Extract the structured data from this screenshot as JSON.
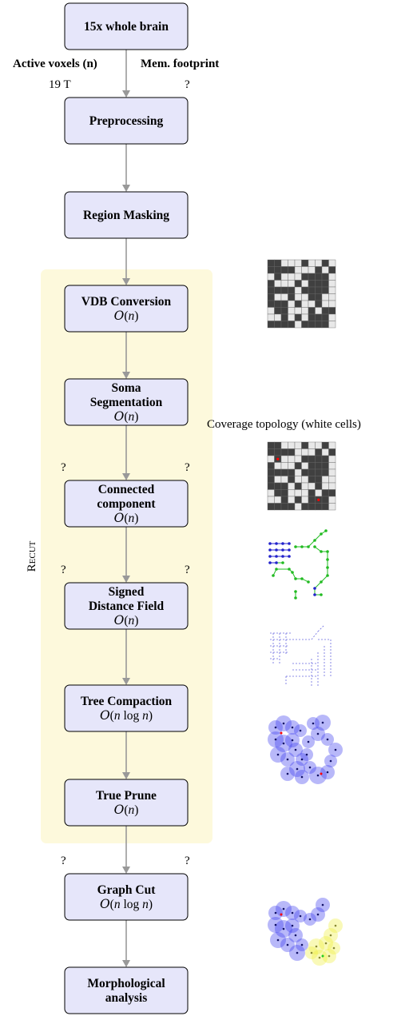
{
  "pipeline": {
    "group_label": "RECUT",
    "nodes": [
      {
        "id": "whole-brain",
        "lines": [
          "15x whole brain"
        ],
        "complexity": ""
      },
      {
        "id": "preprocessing",
        "lines": [
          "Preprocessing"
        ],
        "complexity": ""
      },
      {
        "id": "region-masking",
        "lines": [
          "Region Masking"
        ],
        "complexity": ""
      },
      {
        "id": "vdb-conversion",
        "lines": [
          "VDB Conversion"
        ],
        "complexity": "O(n)"
      },
      {
        "id": "soma-segmentation",
        "lines": [
          "Soma",
          "Segmentation"
        ],
        "complexity": "O(n)"
      },
      {
        "id": "connected-component",
        "lines": [
          "Connected",
          "component"
        ],
        "complexity": "O(n)"
      },
      {
        "id": "signed-distance-field",
        "lines": [
          "Signed",
          "Distance Field"
        ],
        "complexity": "O(n)"
      },
      {
        "id": "tree-compaction",
        "lines": [
          "Tree Compaction"
        ],
        "complexity": "O(n log n)"
      },
      {
        "id": "true-prune",
        "lines": [
          "True Prune"
        ],
        "complexity": "O(n)"
      },
      {
        "id": "graph-cut",
        "lines": [
          "Graph Cut"
        ],
        "complexity": "O(n log n)"
      },
      {
        "id": "morphological-analysis",
        "lines": [
          "Morphological",
          "analysis"
        ],
        "complexity": ""
      }
    ],
    "edge_labels": [
      {
        "after": "whole-brain",
        "left": "19 T",
        "right": "?"
      },
      {
        "after": "soma-segmentation",
        "left": "?",
        "right": "?"
      },
      {
        "after": "connected-component",
        "left": "?",
        "right": "?"
      },
      {
        "after": "true-prune",
        "left": "?",
        "right": "?"
      }
    ],
    "header_left": "Active voxels (n)",
    "header_right": "Mem. footprint",
    "coverage_caption": "Coverage topology (white cells)"
  },
  "thumbnails": [
    {
      "id": "grid-vdb",
      "kind": "grid"
    },
    {
      "id": "grid-soma",
      "kind": "grid-with-seeds"
    },
    {
      "id": "graph-components",
      "kind": "graph"
    },
    {
      "id": "sdf-lines",
      "kind": "dashed-graph"
    },
    {
      "id": "compacted-tree",
      "kind": "circles-blue"
    },
    {
      "id": "graph-cut-result",
      "kind": "circles-blue-yellow"
    }
  ],
  "colors": {
    "node_fill": "#e6e6fa",
    "node_stroke": "#000000",
    "group_fill": "#fdf9dc",
    "arrow": "#999999",
    "dark_cell": "#404040",
    "light_cell": "#e8e8e8",
    "seed": "#ff0000",
    "graph_green": "#22bb22",
    "graph_blue": "#2222cc",
    "circle_blue": "#3333ee",
    "circle_yellow": "#eeee33"
  }
}
